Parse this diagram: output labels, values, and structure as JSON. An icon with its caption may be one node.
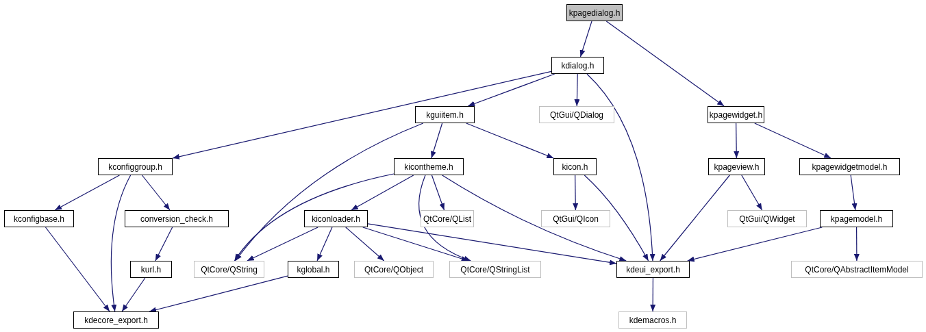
{
  "diagram": {
    "nodes": [
      {
        "text": [
          "kpagedialog.h"
        ]
      },
      {
        "text": [
          "kdialog.h"
        ]
      },
      {
        "text": [
          "kpagewidget.h"
        ]
      },
      {
        "text": [
          "kguiitem.h"
        ]
      },
      {
        "text": [
          "QtGui/QDialog"
        ]
      },
      {
        "text": [
          "kconfiggroup.h"
        ]
      },
      {
        "text": [
          "kicontheme.h"
        ]
      },
      {
        "text": [
          "kicon.h"
        ]
      },
      {
        "text": [
          "kpageview.h"
        ]
      },
      {
        "text": [
          "kpagewidgetmodel.h"
        ]
      },
      {
        "text": [
          "kconfigbase.h"
        ]
      },
      {
        "text": [
          "conversion_check.h"
        ]
      },
      {
        "text": [
          "kiconloader.h"
        ]
      },
      {
        "text": [
          "QtCore/QList"
        ]
      },
      {
        "text": [
          "QtGui/QIcon"
        ]
      },
      {
        "text": [
          "QtGui/QWidget"
        ]
      },
      {
        "text": [
          "kpagemodel.h"
        ]
      },
      {
        "text": [
          "kurl.h"
        ]
      },
      {
        "text": [
          "QtCore/QString"
        ]
      },
      {
        "text": [
          "kglobal.h"
        ]
      },
      {
        "text": [
          "QtCore/QObject"
        ]
      },
      {
        "text": [
          "QtCore/QStringList"
        ]
      },
      {
        "text": [
          "kdeui_export.h"
        ]
      },
      {
        "text": [
          "QtCore/QAbstractItemModel"
        ]
      },
      {
        "text": [
          "kdecore_export.h"
        ]
      },
      {
        "text": [
          "kdemacros.h"
        ]
      }
    ],
    "edges": [
      {
        "from": 0,
        "to": 1,
        "arrow": "to"
      },
      {
        "from": 0,
        "to": 2,
        "arrow": "to"
      },
      {
        "from": 1,
        "to": 5,
        "arrow": "to"
      },
      {
        "from": 1,
        "to": 3,
        "arrow": "to"
      },
      {
        "from": 1,
        "to": 4,
        "arrow": "to"
      },
      {
        "from": 1,
        "to": 22,
        "arrow": "to"
      },
      {
        "from": 2,
        "to": 8,
        "arrow": "to"
      },
      {
        "from": 2,
        "to": 9,
        "arrow": "to"
      },
      {
        "from": 3,
        "to": 18,
        "arrow": "to"
      },
      {
        "from": 3,
        "to": 6,
        "arrow": "to"
      },
      {
        "from": 3,
        "to": 7,
        "arrow": "to"
      },
      {
        "from": 5,
        "to": 10,
        "arrow": "to"
      },
      {
        "from": 5,
        "to": 11,
        "arrow": "to"
      },
      {
        "from": 5,
        "to": 24,
        "arrow": "to"
      },
      {
        "from": 6,
        "to": 18,
        "arrow": "to"
      },
      {
        "from": 6,
        "to": 12,
        "arrow": "to"
      },
      {
        "from": 6,
        "to": 21,
        "arrow": "to"
      },
      {
        "from": 6,
        "to": 13,
        "arrow": "to"
      },
      {
        "from": 6,
        "to": 22,
        "arrow": "to"
      },
      {
        "from": 7,
        "to": 14,
        "arrow": "to"
      },
      {
        "from": 7,
        "to": 22,
        "arrow": "to"
      },
      {
        "from": 8,
        "to": 22,
        "arrow": "to"
      },
      {
        "from": 8,
        "to": 15,
        "arrow": "to"
      },
      {
        "from": 9,
        "to": 16,
        "arrow": "to"
      },
      {
        "from": 10,
        "to": 24,
        "arrow": "to"
      },
      {
        "from": 11,
        "to": 17,
        "arrow": "to"
      },
      {
        "from": 12,
        "to": 18,
        "arrow": "to"
      },
      {
        "from": 12,
        "to": 19,
        "arrow": "to"
      },
      {
        "from": 12,
        "to": 20,
        "arrow": "to"
      },
      {
        "from": 12,
        "to": 21,
        "arrow": "to"
      },
      {
        "from": 12,
        "to": 22,
        "arrow": "to"
      },
      {
        "from": 16,
        "to": 22,
        "arrow": "to"
      },
      {
        "from": 16,
        "to": 23,
        "arrow": "to"
      },
      {
        "from": 17,
        "to": 24,
        "arrow": "to"
      },
      {
        "from": 19,
        "to": 24,
        "arrow": "to"
      },
      {
        "from": 22,
        "to": 25,
        "arrow": "to"
      }
    ]
  }
}
